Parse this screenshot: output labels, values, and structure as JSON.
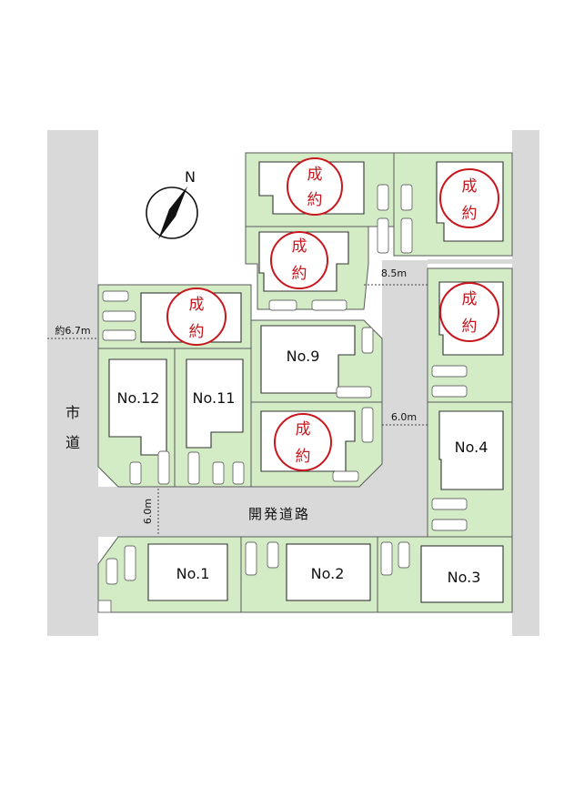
{
  "roads": {
    "city_road": "市道",
    "city_road_line1": "市",
    "city_road_line2": "道",
    "dev_road": "開発道路"
  },
  "dimensions": {
    "city_road_width": "約6.7m",
    "north_road_width": "8.5m",
    "east_road_width": "6.0m",
    "south_road_width": "6.0m"
  },
  "compass": {
    "north": "N"
  },
  "sold": {
    "line1": "成",
    "line2": "約"
  },
  "lots": {
    "no1": "No.1",
    "no2": "No.2",
    "no3": "No.3",
    "no4": "No.4",
    "no9": "No.9",
    "no11": "No.11",
    "no12": "No.12"
  },
  "colors": {
    "lot_fill": "#d3ecc6",
    "road_fill": "#d9d9d9",
    "sold_red": "#c8161d"
  }
}
